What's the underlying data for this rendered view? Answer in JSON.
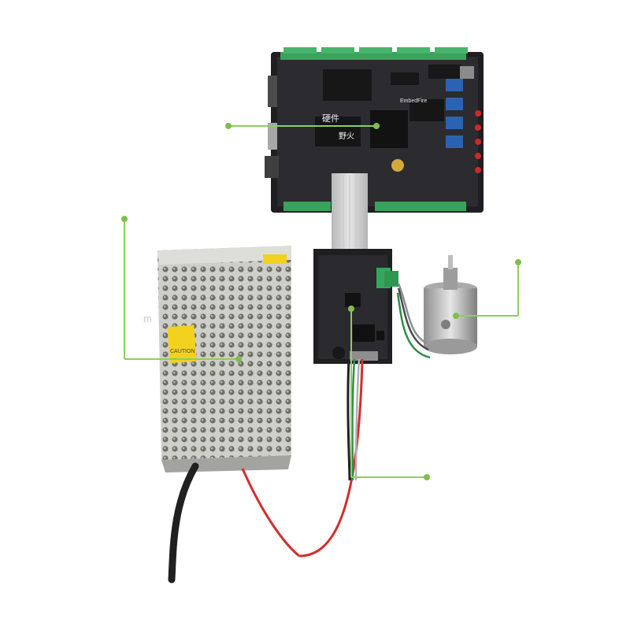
{
  "image": {
    "title": "",
    "subtitle": ""
  },
  "labels": {
    "controller_brand": "EmbedFire",
    "controller_chip_text": "硬件",
    "controller_logo_text": "野火",
    "psu_warning_label": "CAUTION",
    "watermark": "m"
  },
  "colors": {
    "background": "#ffffff",
    "callout_line": "#8ccf5a",
    "callout_dot": "#7fbf4d",
    "pcb_dark": "#1f1f22",
    "pcb_mid": "#2b2b30",
    "terminal_green": "#3aa35b",
    "psu_metal": "#c9c9c4",
    "psu_shadow": "#8d8d89",
    "warning_yellow": "#f2d21f",
    "wire_red": "#d42d2d",
    "wire_black": "#202020",
    "wire_gray": "#9a9a9a",
    "motor_silver": "#c8c8c8"
  },
  "icons": {
    "callout_icon": "green-dot-icon"
  }
}
